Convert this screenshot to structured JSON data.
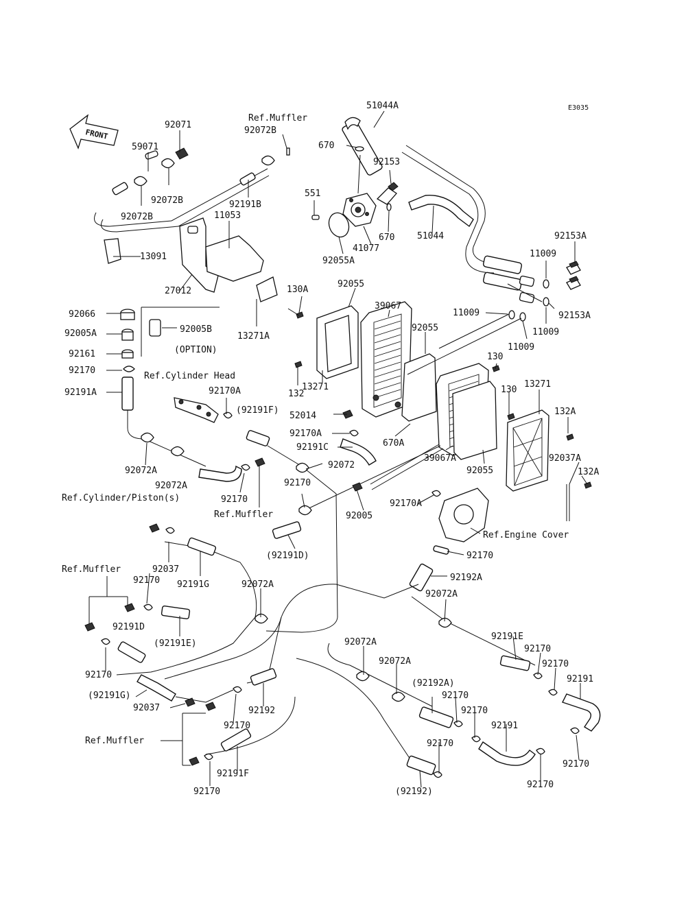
{
  "diagram_code": "E3035",
  "front_label": "FRONT",
  "labels": [
    {
      "id": "92071",
      "text": "92071"
    },
    {
      "id": "59071",
      "text": "59071"
    },
    {
      "id": "92072B_a",
      "text": "92072B"
    },
    {
      "id": "92072B_b",
      "text": "92072B"
    },
    {
      "id": "ref_muffler_1",
      "text": "Ref.Muffler"
    },
    {
      "id": "92072B_c",
      "text": "92072B"
    },
    {
      "id": "92191B",
      "text": "92191B"
    },
    {
      "id": "11053",
      "text": "11053"
    },
    {
      "id": "13091",
      "text": "13091"
    },
    {
      "id": "27012",
      "text": "27012"
    },
    {
      "id": "13271A",
      "text": "13271A"
    },
    {
      "id": "130A",
      "text": "130A"
    },
    {
      "id": "51044A",
      "text": "51044A"
    },
    {
      "id": "670_a",
      "text": "670"
    },
    {
      "id": "92153",
      "text": "92153"
    },
    {
      "id": "551",
      "text": "551"
    },
    {
      "id": "670_b",
      "text": "670"
    },
    {
      "id": "41077",
      "text": "41077"
    },
    {
      "id": "92055A",
      "text": "92055A"
    },
    {
      "id": "51044",
      "text": "51044"
    },
    {
      "id": "92153A_a",
      "text": "92153A"
    },
    {
      "id": "11009_a",
      "text": "11009"
    },
    {
      "id": "92153A_b",
      "text": "92153A"
    },
    {
      "id": "11009_b",
      "text": "11009"
    },
    {
      "id": "11009_c",
      "text": "11009"
    },
    {
      "id": "11009_d",
      "text": "11009"
    },
    {
      "id": "92055_a",
      "text": "92055"
    },
    {
      "id": "39067",
      "text": "39067"
    },
    {
      "id": "92055_b",
      "text": "92055"
    },
    {
      "id": "92066",
      "text": "92066"
    },
    {
      "id": "92005A",
      "text": "92005A"
    },
    {
      "id": "92005B",
      "text": "92005B"
    },
    {
      "id": "option",
      "text": "(OPTION)"
    },
    {
      "id": "92161",
      "text": "92161"
    },
    {
      "id": "92170_a",
      "text": "92170"
    },
    {
      "id": "ref_cyl_head",
      "text": "Ref.Cylinder Head"
    },
    {
      "id": "92191A",
      "text": "92191A"
    },
    {
      "id": "92170A_a",
      "text": "92170A"
    },
    {
      "id": "92191F_p",
      "text": "(92191F)"
    },
    {
      "id": "132",
      "text": "132"
    },
    {
      "id": "13271_a",
      "text": "13271"
    },
    {
      "id": "52014",
      "text": "52014"
    },
    {
      "id": "92170A_b",
      "text": "92170A"
    },
    {
      "id": "92191C",
      "text": "92191C"
    },
    {
      "id": "670A",
      "text": "670A"
    },
    {
      "id": "130_a",
      "text": "130"
    },
    {
      "id": "130_b",
      "text": "130"
    },
    {
      "id": "13271_b",
      "text": "13271"
    },
    {
      "id": "132A_a",
      "text": "132A"
    },
    {
      "id": "92037A",
      "text": "92037A"
    },
    {
      "id": "132A_b",
      "text": "132A"
    },
    {
      "id": "39067A",
      "text": "39067A"
    },
    {
      "id": "92055_c",
      "text": "92055"
    },
    {
      "id": "92072A_a",
      "text": "92072A"
    },
    {
      "id": "92072",
      "text": "92072"
    },
    {
      "id": "92072A_b",
      "text": "92072A"
    },
    {
      "id": "ref_cyl_piston",
      "text": "Ref.Cylinder/Piston(s)"
    },
    {
      "id": "92170_b",
      "text": "92170"
    },
    {
      "id": "92170_c",
      "text": "92170"
    },
    {
      "id": "ref_muffler_2",
      "text": "Ref.Muffler"
    },
    {
      "id": "92005",
      "text": "92005"
    },
    {
      "id": "92170A_c",
      "text": "92170A"
    },
    {
      "id": "ref_engine_cover",
      "text": "Ref.Engine Cover"
    },
    {
      "id": "92191D_p",
      "text": "(92191D)"
    },
    {
      "id": "92170_d",
      "text": "92170"
    },
    {
      "id": "92192A",
      "text": "92192A"
    },
    {
      "id": "ref_muffler_3",
      "text": "Ref.Muffler"
    },
    {
      "id": "92037_a",
      "text": "92037"
    },
    {
      "id": "92170_e",
      "text": "92170"
    },
    {
      "id": "92191G",
      "text": "92191G"
    },
    {
      "id": "92072A_c",
      "text": "92072A"
    },
    {
      "id": "92072A_d",
      "text": "92072A"
    },
    {
      "id": "92191D",
      "text": "92191D"
    },
    {
      "id": "92191E_p",
      "text": "(92191E)"
    },
    {
      "id": "92191E",
      "text": "92191E"
    },
    {
      "id": "92170_f",
      "text": "92170"
    },
    {
      "id": "92072A_e",
      "text": "92072A"
    },
    {
      "id": "92072A_f",
      "text": "92072A"
    },
    {
      "id": "92170_g",
      "text": "92170"
    },
    {
      "id": "92191G_p",
      "text": "(92191G)"
    },
    {
      "id": "92192A_p",
      "text": "(92192A)"
    },
    {
      "id": "92191_a",
      "text": "92191"
    },
    {
      "id": "92037_b",
      "text": "92037"
    },
    {
      "id": "92170_h",
      "text": "92170"
    },
    {
      "id": "92192",
      "text": "92192"
    },
    {
      "id": "92170_i",
      "text": "92170"
    },
    {
      "id": "92170_j",
      "text": "92170"
    },
    {
      "id": "92191_b",
      "text": "92191"
    },
    {
      "id": "ref_muffler_4",
      "text": "Ref.Muffler"
    },
    {
      "id": "92191F",
      "text": "92191F"
    },
    {
      "id": "92170_k",
      "text": "92170"
    },
    {
      "id": "92170_l",
      "text": "92170"
    },
    {
      "id": "92192_p",
      "text": "(92192)"
    },
    {
      "id": "92170_m",
      "text": "92170"
    },
    {
      "id": "92170_n",
      "text": "92170"
    },
    {
      "id": "92170_o",
      "text": "92170"
    },
    {
      "id": "92170_p",
      "text": "92170"
    }
  ]
}
